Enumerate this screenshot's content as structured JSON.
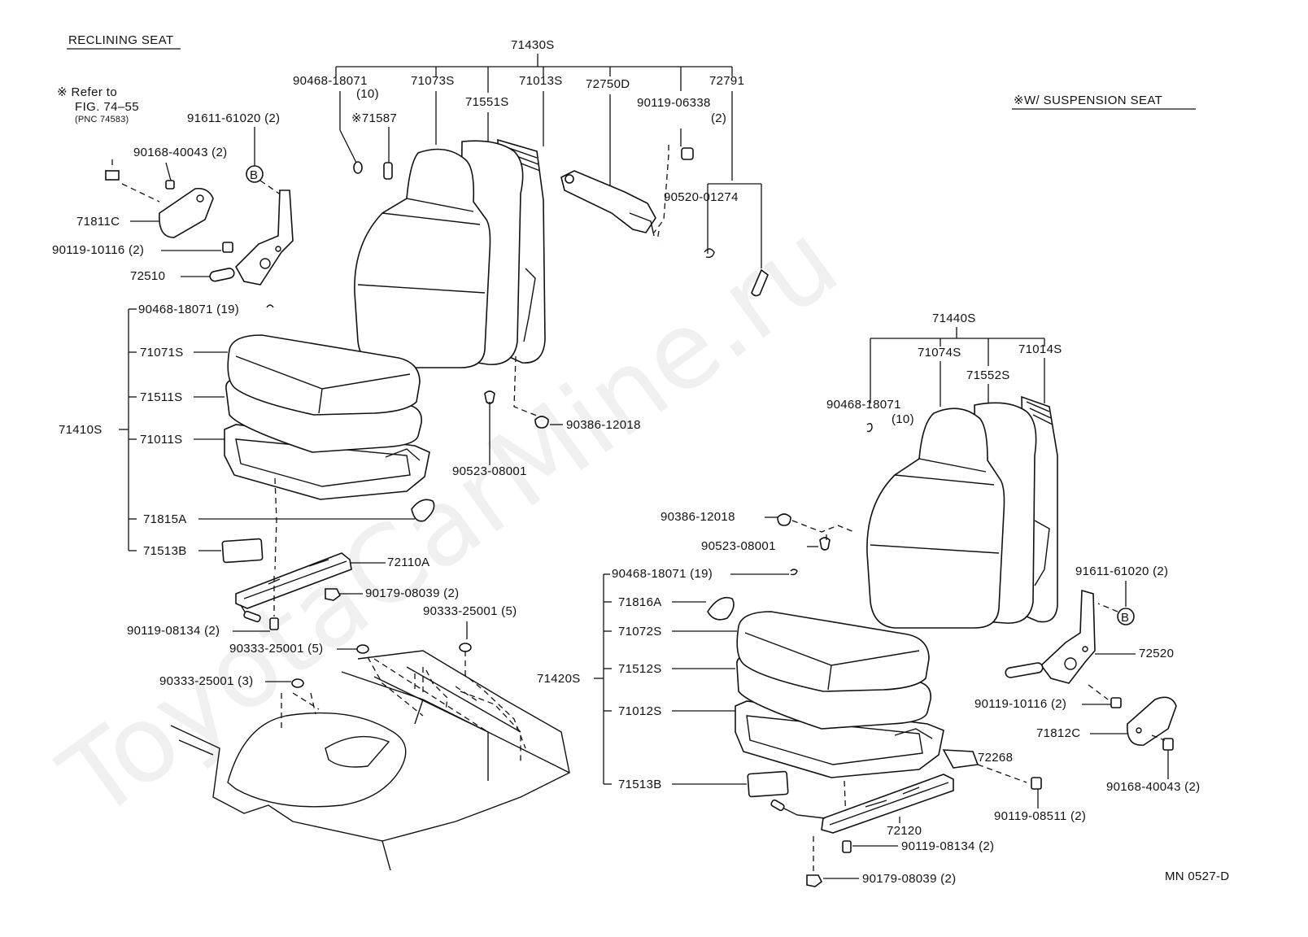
{
  "titles": {
    "reclining_seat": "RECLINING SEAT",
    "suspension_seat": "※W/ SUSPENSION SEAT",
    "refer_line1": "※ Refer to",
    "refer_line2": "FIG. 74–55",
    "refer_line3": "(PNC 74583)",
    "figure_code": "MN 0527-D",
    "watermark": "ToyotaCarMine.ru"
  },
  "reclining_seat": {
    "assembly": "71430S",
    "back_labels": {
      "p90468_18071": "90468-18071",
      "p90468_18071_qty": "(10)",
      "p71073S": "71073S",
      "p71551S": "71551S",
      "p71013S": "71013S",
      "p72750D": "72750D",
      "p72791": "72791",
      "p71587": "※71587",
      "p90119_06338": "90119-06338",
      "p90119_06338_qty": "(2)",
      "p90520_01274": "90520-01274",
      "p90386_12018": "90386-12018",
      "p90523_08001": "90523-08001"
    },
    "left_labels": {
      "p91611_61020": "91611-61020 (2)",
      "p90168_40043": "90168-40043 (2)",
      "p71811C": "71811C",
      "p90119_10116": "90119-10116 (2)",
      "p72510": "72510",
      "callout_b": "B"
    },
    "cushion_group": "71410S",
    "cushion_labels": {
      "p90468_18071_19": "90468-18071 (19)",
      "p71071S": "71071S",
      "p71511S": "71511S",
      "p71011S": "71011S",
      "p71815A": "71815A",
      "p71513B": "71513B"
    },
    "track_labels": {
      "p72110A": "72110A",
      "p90179_08039": "90179-08039 (2)",
      "p90119_08134": "90119-08134 (2)",
      "p90333_25001_5a": "90333-25001 (5)",
      "p90333_25001_5b": "90333-25001 (5)",
      "p90333_25001_3": "90333-25001 (3)"
    }
  },
  "suspension_seat": {
    "assembly": "71440S",
    "back_labels": {
      "p71074S": "71074S",
      "p71552S": "71552S",
      "p71014S": "71014S",
      "p90468_18071": "90468-18071",
      "p90468_18071_qty": "(10)",
      "p90386_12018": "90386-12018",
      "p90523_08001": "90523-08001"
    },
    "cushion_group": "71420S",
    "cushion_labels": {
      "p90468_18071_19": "90468-18071 (19)",
      "p71816A": "71816A",
      "p71072S": "71072S",
      "p71512S": "71512S",
      "p71012S": "71012S",
      "p71513B": "71513B"
    },
    "right_labels": {
      "p91611_61020": "91611-61020 (2)",
      "callout_b": "B",
      "p72520": "72520",
      "p90119_10116": "90119-10116 (2)",
      "p71812C": "71812C",
      "p90168_40043": "90168-40043 (2)",
      "p72268": "72268",
      "p90119_08511": "90119-08511 (2)"
    },
    "track_labels": {
      "p72120": "72120",
      "p90119_08134": "90119-08134 (2)",
      "p90179_08039": "90179-08039 (2)"
    }
  }
}
